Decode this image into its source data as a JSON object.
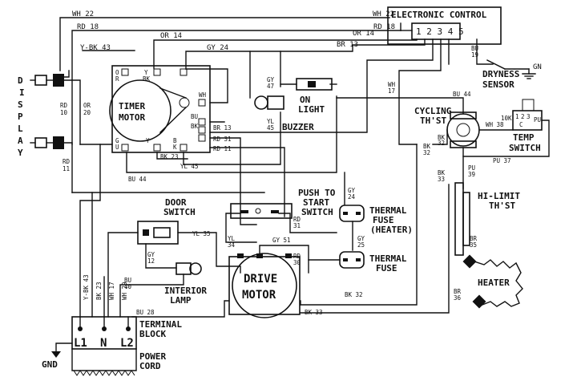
{
  "diagram": {
    "components": {
      "electronic_control": "ELECTRONIC CONTROL",
      "control_pins": "1 2 3 4 5",
      "display_chars": [
        "D",
        "I",
        "S",
        "P",
        "L",
        "A",
        "Y"
      ],
      "timer_line1": "TIMER",
      "timer_line2": "MOTOR",
      "on_light_1": "ON",
      "on_light_2": "LIGHT",
      "buzzer": "BUZZER",
      "dryness_1": "DRYNESS",
      "dryness_2": "SENSOR",
      "gn": "GN",
      "cycling_1": "CYCLING",
      "cycling_2": "TH'ST",
      "temp_1": "TEMP",
      "temp_2": "SWITCH",
      "hilimit_1": "HI-LIMIT",
      "hilimit_2": "TH'ST",
      "heater": "HEATER",
      "door_1": "DOOR",
      "door_2": "SWITCH",
      "push_1": "PUSH TO",
      "push_2": "START",
      "push_3": "SWITCH",
      "thermal_heater_1": "THERMAL",
      "thermal_heater_2": "FUSE",
      "thermal_heater_3": "(HEATER)",
      "thermal_1": "THERMAL",
      "thermal_2": "FUSE",
      "drive_1": "DRIVE",
      "drive_2": "MOTOR",
      "lamp_1": "INTERIOR",
      "lamp_2": "LAMP",
      "terminal_1": "TERMINAL",
      "terminal_2": "BLOCK",
      "t_l1": "L1",
      "t_n": "N",
      "t_l2": "L2",
      "gnd": "GND",
      "cord_1": "POWER",
      "cord_2": "CORD"
    },
    "wires": {
      "wh22_top": "WH 22",
      "rd18_top": "RD 18",
      "wh22_right": "WH 22",
      "rd18_right": "RD 18",
      "or14_left": "OR 14",
      "or14_right": "OR 14",
      "br13_top": "BR 13",
      "gy24_top": "GY 24",
      "ybk43_top": "Y-BK 43",
      "gy47_1": "GY",
      "gy47_2": "47",
      "yl45_1": "YL",
      "yl45_2": "45",
      "bu19_1": "BU",
      "bu19_2": "19",
      "wh17_1": "WH",
      "wh17_2": "17",
      "rd10_1": "RD",
      "rd10_2": "10",
      "or20_1": "OR",
      "or20_2": "20",
      "rd11_1": "RD",
      "rd11_2": "11",
      "br13_tm": "BR 13",
      "rd31_tm": "RD 31",
      "rd11_tm": "RD 11",
      "bk23_tm": "BK 23",
      "yl45_b": "YL 45",
      "bu44_b": "BU 44",
      "bu44_c": "BU 44",
      "wh38": "WH 38",
      "pu37": "PU 37",
      "pu39_1": "PU",
      "pu39_2": "39",
      "bk32_1": "BK",
      "bk32_2": "32",
      "bk32_r1": "BK",
      "bk32_r2": "32",
      "bk33_1": "BK",
      "bk33_2": "33",
      "br35_1": "BR",
      "br35_2": "35",
      "br36_1": "BR",
      "br36_2": "36",
      "gy24_f1": "GY",
      "gy24_f2": "24",
      "gy25_1": "GY",
      "gy25_2": "25",
      "rd31_1": "RD",
      "rd31_2": "31",
      "yl35": "YL 35",
      "yl34_1": "YL",
      "yl34_2": "34",
      "gy51": "GY 51",
      "rd30_1": "RD",
      "rd30_2": "30",
      "gy12_1": "GY",
      "gy12_2": "12",
      "bu40_1": "BU",
      "bu40_2": "40",
      "bu28": "BU 28",
      "bk32_d": "BK 32",
      "bk33_d": "BK 33",
      "ybk43_v": "Y-BK 43",
      "bk23_v": "BK 23",
      "wh17_v": "WH 17",
      "wh29_v": "WH 29",
      "thin_10k": "10K"
    },
    "pins": {
      "or_o": "O",
      "or_r": "R",
      "y_y": "Y",
      "y_bk": "BK",
      "tm_wh": "WH",
      "tm_bu": "BU",
      "tm_bk": "BK",
      "tm_br": "BR",
      "tm_rd": "RD",
      "tm_g": "G",
      "tm_y": "Y",
      "tm_b": "B",
      "tm_k": "K",
      "tm_u": "U",
      "sw_1": "1",
      "sw_2": "2",
      "sw_3": "3",
      "sw_c": "C",
      "pu": "PU"
    }
  }
}
